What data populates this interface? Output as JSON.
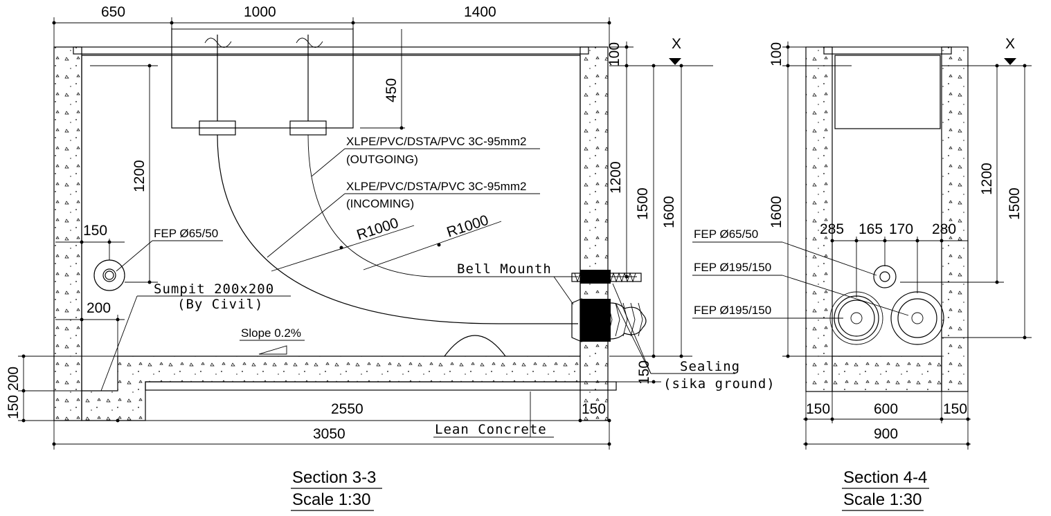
{
  "section_a": {
    "dims_top": [
      "650",
      "1000",
      "1400"
    ],
    "dim_100": "100",
    "dim_450": "450",
    "dim_1200_left": "1200",
    "dim_1200_right": "1200",
    "dim_1500": "1500",
    "dim_1600": "1600",
    "dim_150_left": "150",
    "dim_200_left": "200",
    "dim_200_bottom": "200",
    "dim_150_bottom": "150",
    "dim_2550": "2550",
    "dim_150_right": "150",
    "dim_3050": "3050",
    "dim_150_seal": "150",
    "marker_x": "X",
    "cable_outgoing": "XLPE/PVC/DSTA/PVC 3C-95mm2",
    "cable_outgoing_tag": "(OUTGOING)",
    "cable_incoming": "XLPE/PVC/DSTA/PVC 3C-95mm2",
    "cable_incoming_tag": "(INCOMING)",
    "radius_1": "R1000",
    "radius_2": "R1000",
    "fep_small": "FEP Ø65/50",
    "sumpit": "Sumpit 200x200",
    "sumpit_note": "(By Civil)",
    "bell_mouth": "Bell Mounth",
    "slope": "Slope 0.2%",
    "sealing": "Sealing",
    "sealing_note": "(sika ground)",
    "lean_concrete": "Lean Concrete",
    "title": "Section 3-3",
    "scale": "Scale 1:30"
  },
  "section_b": {
    "dim_100": "100",
    "dim_1600": "1600",
    "dim_1200": "1200",
    "dim_1500": "1500",
    "marker_x": "X",
    "dims_pipes": [
      "285",
      "165",
      "170",
      "280"
    ],
    "fep_1": "FEP Ø65/50",
    "fep_2": "FEP Ø195/150",
    "fep_3": "FEP Ø195/150",
    "dims_bottom": [
      "150",
      "600",
      "150"
    ],
    "dim_900": "900",
    "title": "Section 4-4",
    "scale": "Scale 1:30"
  }
}
